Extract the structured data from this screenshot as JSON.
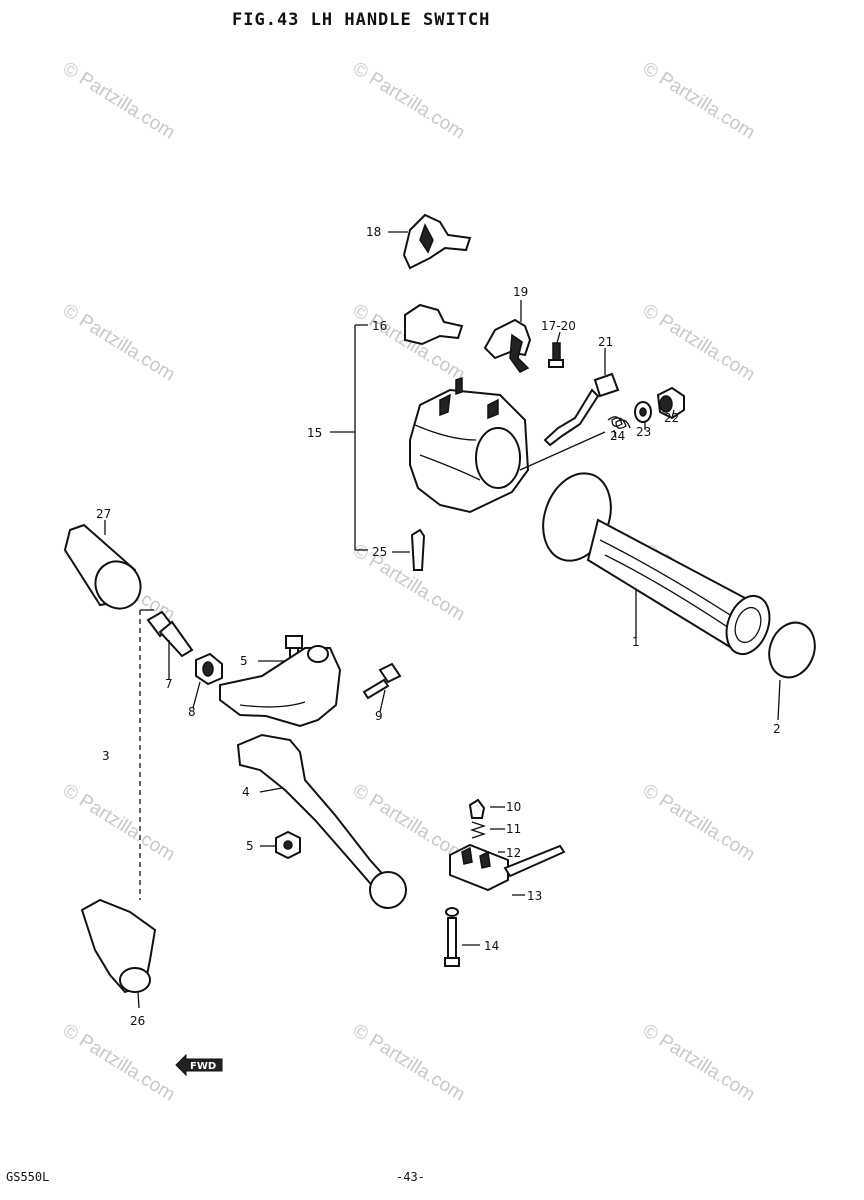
{
  "title": "FIG.43  LH HANDLE SWITCH",
  "footer": {
    "model_code": "GS550L",
    "page_number": "-43-"
  },
  "watermark": "© Partzilla.com",
  "fwd_label": "FWD",
  "callouts": {
    "c1": "1",
    "c2": "2",
    "c3": "3",
    "c4": "4",
    "c5a": "5",
    "c5b": "5",
    "c7": "7",
    "c8": "8",
    "c9": "9",
    "c10": "10",
    "c11": "11",
    "c12": "12",
    "c13": "13",
    "c14": "14",
    "c15": "15",
    "c16": "16",
    "c17_20": "17-20",
    "c18": "18",
    "c19": "19",
    "c21": "21",
    "c22": "22",
    "c23": "23",
    "c24": "24",
    "c25": "25",
    "c26": "26",
    "c27": "27"
  }
}
